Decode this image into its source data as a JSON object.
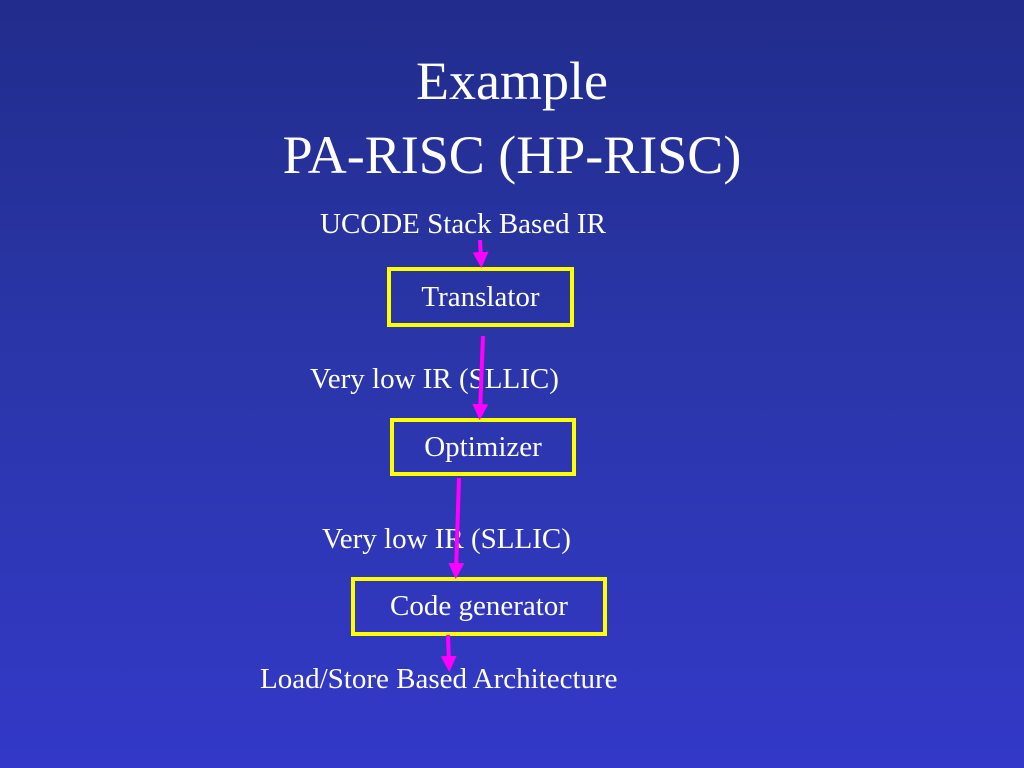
{
  "slide": {
    "title_line1": "Example",
    "title_line2": "PA-RISC (HP-RISC)"
  },
  "flow": {
    "input_label": "UCODE Stack Based IR",
    "stage1": "Translator",
    "mid_label1": "Very low IR (SLLIC)",
    "stage2": "Optimizer",
    "mid_label2": "Very low IR (SLLIC)",
    "stage3": "Code generator",
    "output_label": "Load/Store Based Architecture"
  },
  "colors": {
    "background_top": "#212c8c",
    "background_bottom": "#3338c8",
    "text": "#ffffff",
    "box_border": "#ffff00",
    "arrow": "#ff00ff"
  }
}
